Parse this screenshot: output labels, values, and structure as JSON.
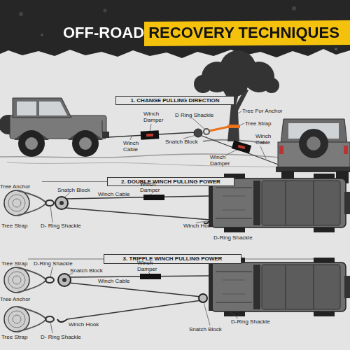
{
  "diagram": {
    "title": "OFF-ROAD RECOVERY TECHNIQUES",
    "nodes": [
      {
        "text": [
          "1. CHANGE PULLING DIRECTION"
        ]
      },
      {
        "text": [
          "2. DOUBLE WINCH PULLING POWER"
        ]
      },
      {
        "text": [
          "3. TRIPPLE WINCH PULLING POWER"
        ]
      }
    ],
    "labels": [
      "Winch Damper",
      "D Ring Shackle",
      "Tree For Anchor",
      "Tree Strap",
      "Winch Cable",
      "Snatch Block",
      "Winch Cable",
      "Winch Damper",
      "Tree Anchor",
      "Snatch Block",
      "Winch Damper",
      "Winch Cable",
      "Tree Strap",
      "D- Ring Shackle",
      "Winch Hook",
      "D-Ring Shackle",
      "Tree Strap",
      "D-Ring Shackle",
      "Snatch Block",
      "Winch Damper",
      "Winch Cable",
      "Tree Anchor",
      "Winch Hook",
      "D-Ring Shackle",
      "Snatch Block",
      "Tree Strap",
      "D- Ring Shackle"
    ]
  }
}
